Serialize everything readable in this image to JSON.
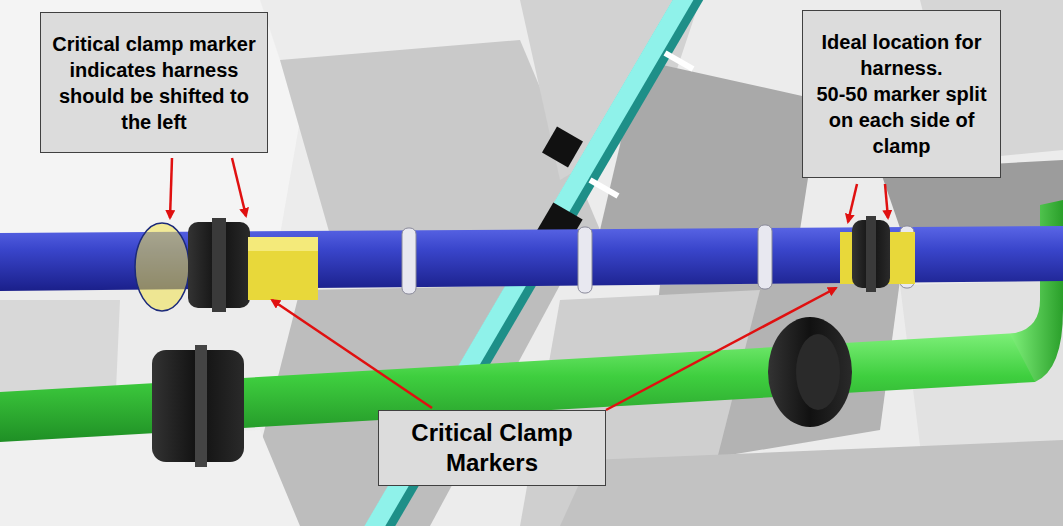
{
  "diagram": {
    "nodes": [
      {
        "text": [
          "Critical clamp marker indicates harness should be shifted to the left"
        ]
      },
      {
        "text": [
          "Ideal location for harness.",
          "50-50 marker split on each side of clamp"
        ]
      },
      {
        "text": [
          "Critical Clamp Markers"
        ]
      }
    ]
  }
}
